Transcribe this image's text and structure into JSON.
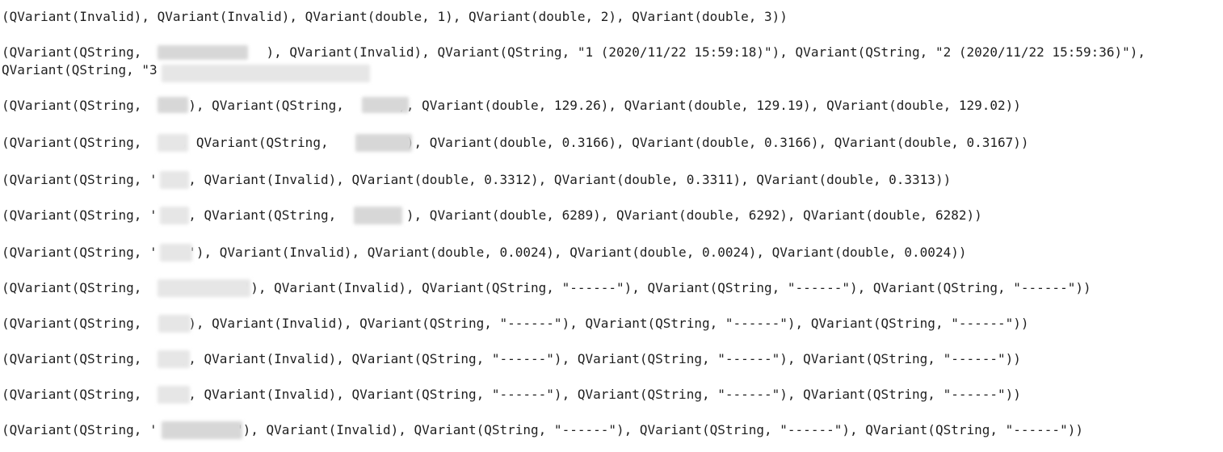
{
  "output": {
    "lines": [
      "(QVariant(Invalid), QVariant(Invalid), QVariant(double, 1), QVariant(double, 2), QVariant(double, 3))",
      "(QVariant(QString,                ), QVariant(Invalid), QVariant(QString, \"1 (2020/11/22 15:59:18)\"), QVariant(QString, \"2 (2020/11/22 15:59:36)\"),",
      "QVariant(QString, \"3",
      "(QVariant(QString,      ), QVariant(QString,       ), QVariant(double, 129.26), QVariant(double, 129.19), QVariant(double, 129.02))",
      "(QVariant(QString,     , QVariant(QString,          ), QVariant(double, 0.3166), QVariant(double, 0.3166), QVariant(double, 0.3167))",
      "(QVariant(QString, '    , QVariant(Invalid), QVariant(double, 0.3312), QVariant(double, 0.3311), QVariant(double, 0.3313))",
      "(QVariant(QString, '    , QVariant(QString,         ), QVariant(double, 6289), QVariant(double, 6292), QVariant(double, 6282))",
      "(QVariant(QString, '    '), QVariant(Invalid), QVariant(double, 0.0024), QVariant(double, 0.0024), QVariant(double, 0.0024))",
      "(QVariant(QString,             '), QVariant(Invalid), QVariant(QString, \"------\"), QVariant(QString, \"------\"), QVariant(QString, \"------\"))",
      "(QVariant(QString,     \"), QVariant(Invalid), QVariant(QString, \"------\"), QVariant(QString, \"------\"), QVariant(QString, \"------\"))",
      "(QVariant(QString,     ), QVariant(Invalid), QVariant(QString, \"------\"), QVariant(QString, \"------\"), QVariant(QString, \"------\"))",
      "(QVariant(QString,     ), QVariant(Invalid), QVariant(QString, \"------\"), QVariant(QString, \"------\"), QVariant(QString, \"------\"))",
      "(QVariant(QString, '          \"), QVariant(Invalid), QVariant(QString, \"------\"), QVariant(QString, \"------\"), QVariant(QString, \"------\"))"
    ]
  }
}
